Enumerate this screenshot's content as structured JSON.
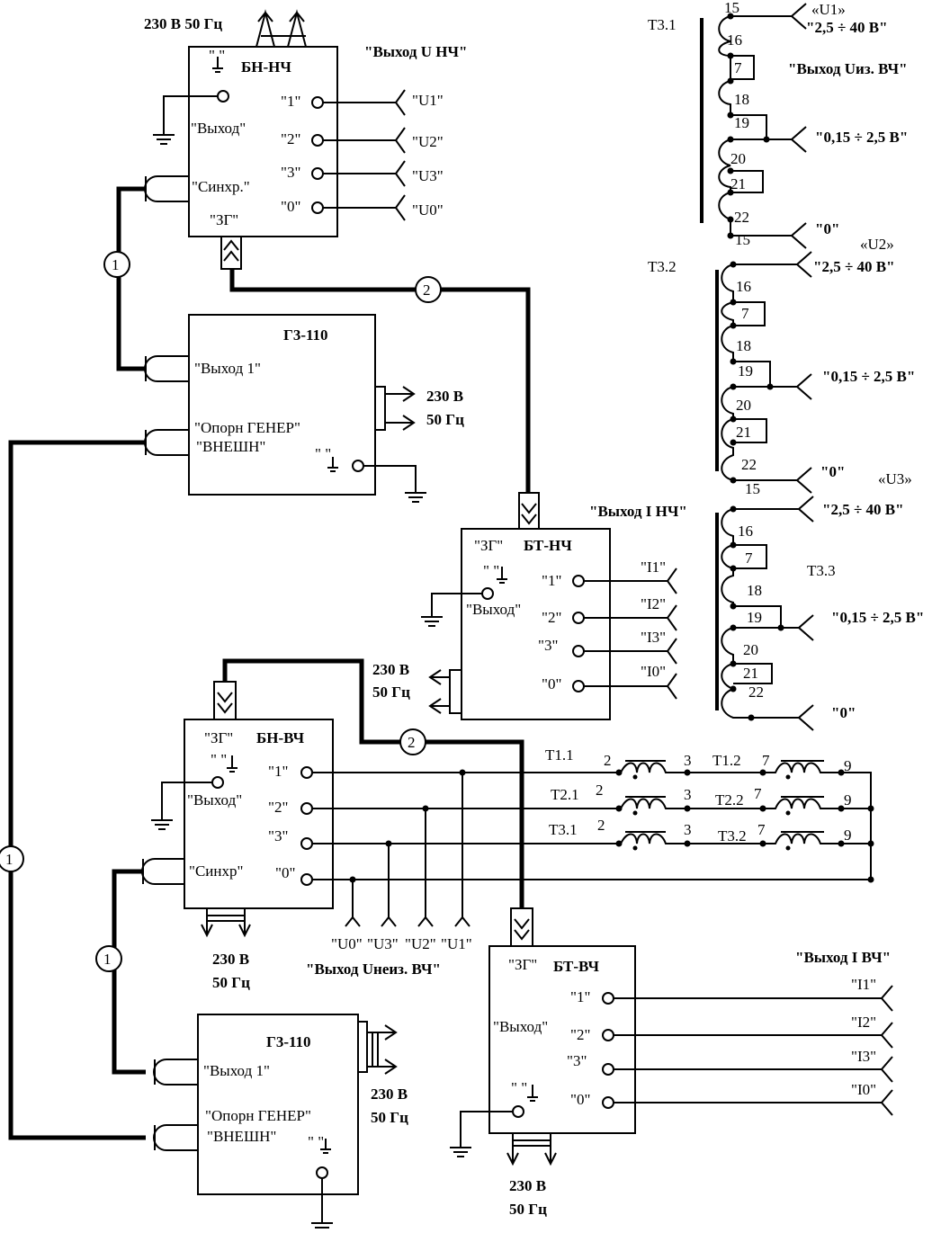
{
  "power": {
    "top_label": "230 В 50 Гц",
    "line1": "230 В",
    "line2": "50 Гц"
  },
  "bn_nch": {
    "title": "БН-НЧ",
    "out_heading": "\"Выход U  НЧ\"",
    "gnd": "\"   \"",
    "vyhod": "\"Выход\"",
    "sync": "\"Синхр.\"",
    "zg": "\"ЗГ\"",
    "ports": [
      "\"1\"",
      "\"2\"",
      "\"3\"",
      "\"0\""
    ],
    "outs": [
      "\"U1\"",
      "\"U2\"",
      "\"U3\"",
      "\"U0\""
    ]
  },
  "g3_top": {
    "title": "Г3-110",
    "out1": "\"Выход 1\"",
    "ref1": "\"Опорн ГЕНЕР\"",
    "ref2": "\"ВНЕШН\"",
    "gnd": "\"   \""
  },
  "g3_bottom": {
    "title": "Г3-110",
    "out1": "\"Выход 1\"",
    "ref1": "\"Опорн ГЕНЕР\"",
    "ref2": "\"ВНЕШН\"",
    "gnd": "\"   \""
  },
  "bt_nch": {
    "title": "БТ-НЧ",
    "zg": "\"ЗГ\"",
    "out_heading": "\"Выход I НЧ\"",
    "gnd": "\"   \"",
    "vyhod": "\"Выход\"",
    "ports": [
      "\"1\"",
      "\"2\"",
      "\"3\"",
      "\"0\""
    ],
    "outs": [
      "\"I1\"",
      "\"I2\"",
      "\"I3\"",
      "\"I0\""
    ]
  },
  "bn_vch": {
    "title": "БН-ВЧ",
    "zg": "\"ЗГ\"",
    "gnd": "\"   \"",
    "vyhod": "\"Выход\"",
    "sync": "\"Синхр\"",
    "ports": [
      "\"1\"",
      "\"2\"",
      "\"3\"",
      "\"0\""
    ],
    "bottom_outs": [
      "\"U0\"",
      "\"U3\"",
      "\"U2\"",
      "\"U1\""
    ],
    "bottom_heading": "\"Выход Uнеиз. ВЧ\""
  },
  "bt_vch": {
    "title": "БТ-ВЧ",
    "zg": "\"ЗГ\"",
    "out_heading": "\"Выход I  ВЧ\"",
    "gnd": "\"   \"",
    "vyhod": "\"Выход\"",
    "ports": [
      "\"1\"",
      "\"2\"",
      "\"3\"",
      "\"0\""
    ],
    "outs": [
      "\"I1\"",
      "\"I2\"",
      "\"I3\"",
      "\"I0\""
    ]
  },
  "markers": {
    "one": "1",
    "two": "2"
  },
  "transformers_right": [
    {
      "name": "Т3.1",
      "group": "«U1»",
      "top": "\"2,5 ÷ 40 В\"",
      "mid": "\"0,15 ÷ 2,5 В\"",
      "zero": "\"0\"",
      "heading": "\"Выход Uиз. ВЧ\"",
      "pins": [
        "15",
        "16",
        "7",
        "18",
        "19",
        "20",
        "21",
        "22",
        "15"
      ]
    },
    {
      "name": "Т3.2",
      "group": "«U2»",
      "top": "\"2,5 ÷ 40 В\"",
      "mid": "\"0,15 ÷ 2,5 В\"",
      "zero": "\"0\"",
      "pins": [
        "16",
        "7",
        "18",
        "19",
        "20",
        "21",
        "22",
        "15"
      ]
    },
    {
      "name": "Т3.3",
      "group": "«U3»",
      "top": "\"2,5 ÷ 40 В\"",
      "mid": "\"0,15 ÷ 2,5 В\"",
      "zero": "\"0\"",
      "pins": [
        "16",
        "7",
        "18",
        "19",
        "20",
        "21",
        "22"
      ]
    }
  ],
  "transformers_row": [
    {
      "first": "Т1.1",
      "second": "Т1.2"
    },
    {
      "first": "Т2.1",
      "second": "Т2.2"
    },
    {
      "first": "Т3.1",
      "second": "Т3.2"
    }
  ],
  "row_pins": {
    "p2": "2",
    "p3": "3",
    "p7": "7",
    "p9": "9"
  }
}
